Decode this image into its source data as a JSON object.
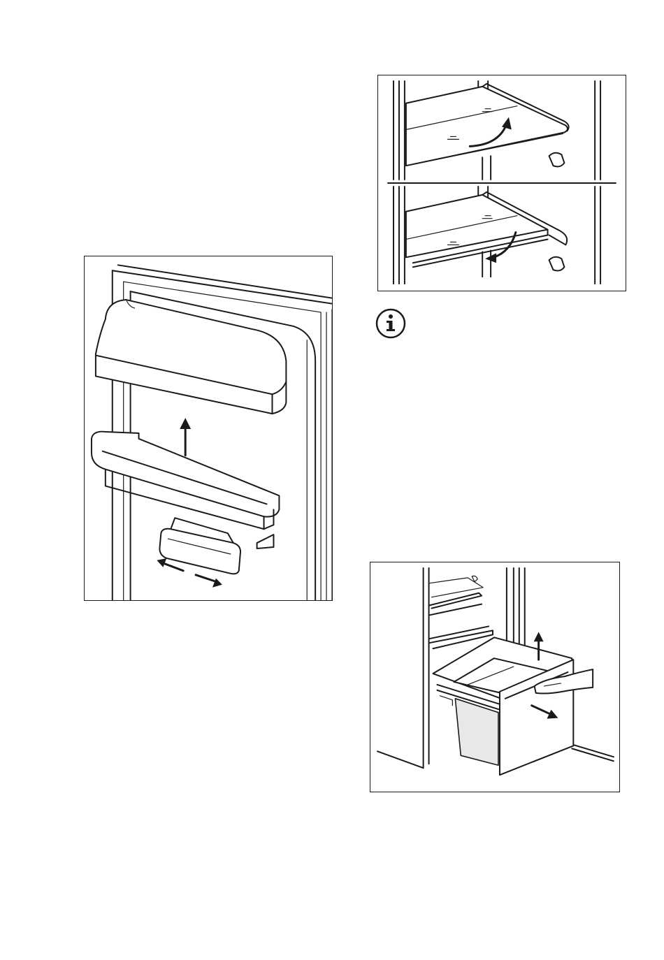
{
  "figures": [
    {
      "id": "door-shelves",
      "icon": "door-shelf-illustration"
    },
    {
      "id": "shelf-removal",
      "icon": "glass-shelf-illustration"
    },
    {
      "id": "drawer-removal",
      "icon": "freezer-drawer-illustration"
    }
  ],
  "info": {
    "icon": "info-icon"
  }
}
